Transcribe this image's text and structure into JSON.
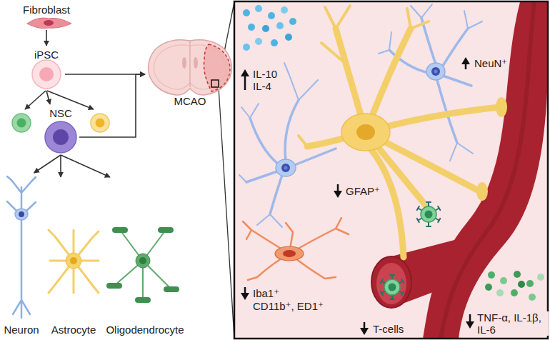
{
  "diagram": {
    "nodes": [
      {
        "text": [
          "Fibroblast"
        ]
      },
      {
        "text": [
          "iPSC"
        ]
      },
      {
        "text": [
          "NSC"
        ]
      },
      {
        "text": [
          "MCAO"
        ]
      },
      {
        "text": [
          "Neuron"
        ]
      },
      {
        "text": [
          "Astrocyte"
        ]
      },
      {
        "text": [
          "Oligodendrocyte"
        ]
      }
    ],
    "edges": [
      {
        "from": 0,
        "to": 1,
        "arrow": "to"
      },
      {
        "from": 1,
        "to": 2,
        "arrow": "to"
      },
      {
        "from": 1,
        "to": 3,
        "arrow": "to"
      },
      {
        "from": 2,
        "to": 3,
        "arrow": "to"
      },
      {
        "from": 2,
        "to": 4,
        "arrow": "to"
      },
      {
        "from": 2,
        "to": 5,
        "arrow": "to"
      },
      {
        "from": 2,
        "to": 6,
        "arrow": "to"
      }
    ],
    "labels": [
      "IL-10",
      "IL-4",
      "NeuN⁺",
      "GFAP⁺",
      "Iba1⁺",
      "CD11b⁺, ED1⁺",
      "T-cells",
      "TNF-α, IL-1β, IL-6"
    ]
  }
}
